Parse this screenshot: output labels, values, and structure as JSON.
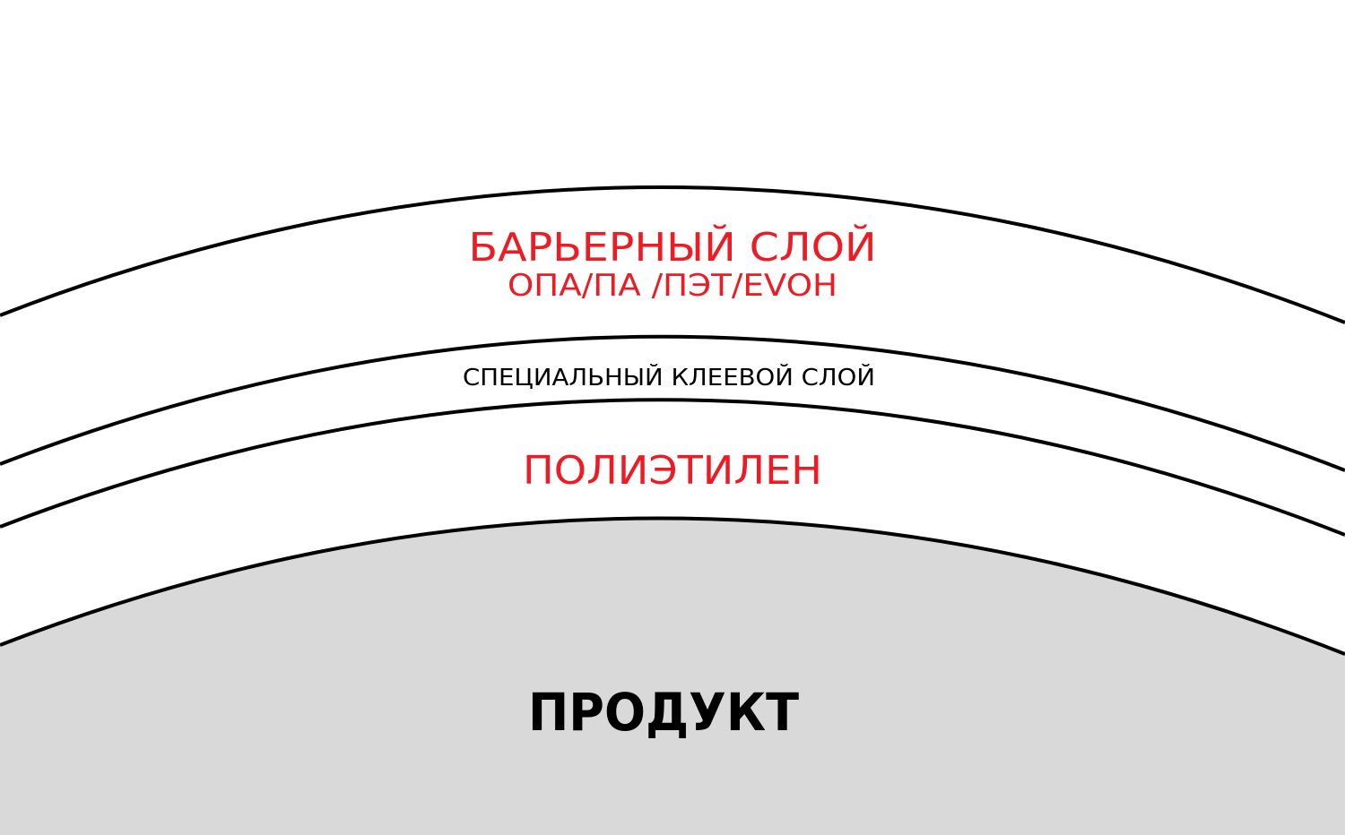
{
  "colors": {
    "accent_red": "#ed1c24",
    "line": "#000000",
    "product_fill": "#d9d9d9"
  },
  "layers": {
    "barrier_title": "БАРЬЕРНЫЙ СЛОЙ",
    "barrier_materials": "ОПА/ПА /ПЭТ/EVOH",
    "adhesive": "СПЕЦИАЛЬНЫЙ КЛЕЕВОЙ СЛОЙ",
    "polyethylene": "ПОЛИЭТИЛЕН",
    "product": "ПРОДУКТ"
  }
}
